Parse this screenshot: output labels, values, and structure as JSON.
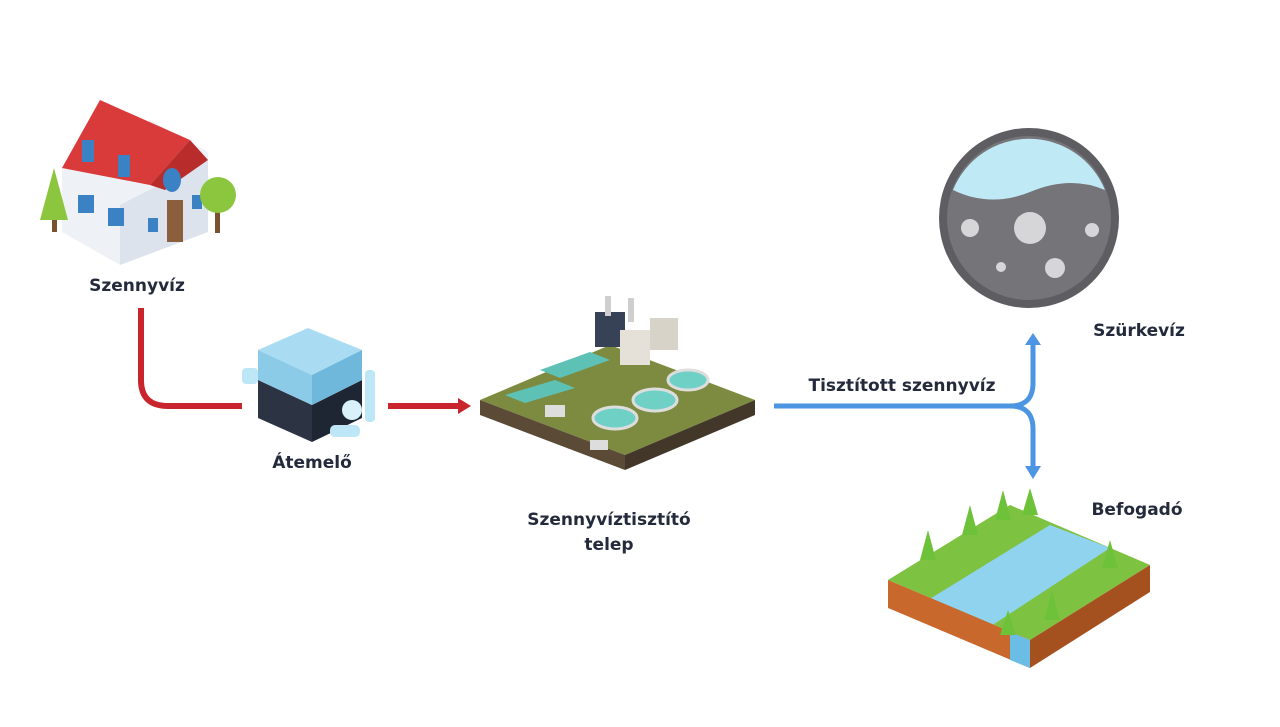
{
  "labels": {
    "source": "Szennyvíz",
    "pump": "Átemelő",
    "plant_line1": "Szennyvíztisztító",
    "plant_line2": "telep",
    "treated": "Tisztított szennyvíz",
    "greywater": "Szürkevíz",
    "receiver": "Befogadó"
  },
  "colors": {
    "raw_flow": "#c8262c",
    "treated_flow": "#4b95e3",
    "text": "#232a3b"
  },
  "icons": [
    "house-icon",
    "pump-icon",
    "treatment-plant-icon",
    "greywater-icon",
    "river-landscape-icon"
  ]
}
